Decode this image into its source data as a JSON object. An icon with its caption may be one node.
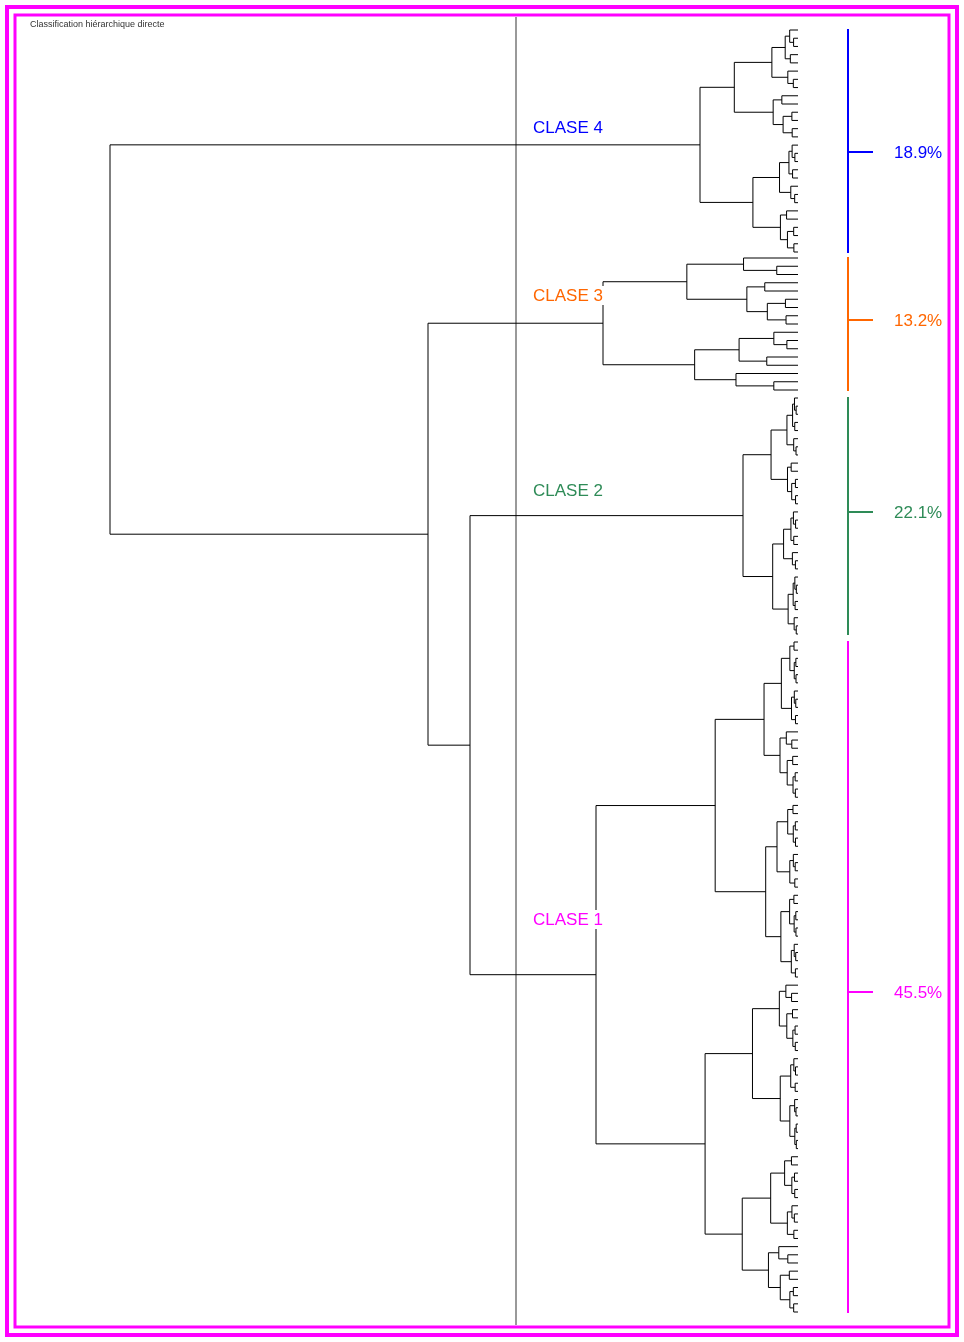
{
  "diagram": {
    "title": "Classification hiérarchique directe",
    "labels": [
      "CLASE 4",
      "18.9%",
      "CLASE 3",
      "13.2%",
      "CLASE 2",
      "22.1%",
      "CLASE 1",
      "45.5%"
    ]
  }
}
